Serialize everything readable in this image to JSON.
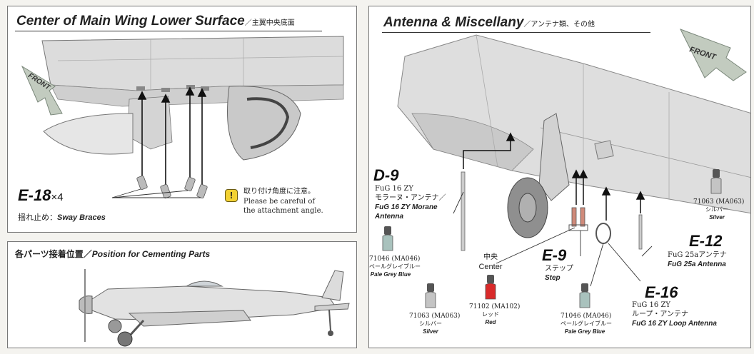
{
  "wing_panel": {
    "title_en": "Center of Main Wing Lower Surface",
    "title_jp": "／主翼中央底面",
    "front_label": "FRONT",
    "part_code": "E-18",
    "part_qty": "×4",
    "part_desc_jp": "揺れ止め：",
    "part_desc_en": "Sway Braces",
    "warning_icon": "!",
    "warning_jp": "取り付け角度に注意。",
    "warning_en_1": "Please be careful of",
    "warning_en_2": "the attachment angle."
  },
  "position_panel": {
    "title_jp": "各パーツ接着位置／",
    "title_en": "Position for Cementing Parts"
  },
  "antenna_panel": {
    "title_en": "Antenna & Miscellany",
    "title_jp": "／アンテナ類、その他",
    "front_label": "FRONT",
    "parts": {
      "d9": {
        "code": "D-9",
        "line1": "FuG 16 ZY",
        "line2": "モラーヌ・アンテナ／",
        "line3": "FuG 16 ZY Morane",
        "line4": "Antenna"
      },
      "e9": {
        "code": "E-9",
        "jp": "ステップ",
        "en": "Step"
      },
      "e12": {
        "code": "E-12",
        "jp": "FuG 25aアンテナ",
        "en": "FuG 25a Antenna"
      },
      "e16": {
        "code": "E-16",
        "line1": "FuG 16 ZY",
        "line2": "ループ・アンテナ",
        "line3": "FuG 16 ZY Loop Antenna"
      }
    },
    "center_jp": "中央",
    "center_en": "Center",
    "paints": {
      "pale_grey_blue_left": {
        "code": "71046 (MA046)",
        "jp": "ペールグレイブルー",
        "en": "Pale Grey Blue",
        "color": "#a9c2bd"
      },
      "silver_left": {
        "code": "71063 (MA063)",
        "jp": "シルバー",
        "en": "Silver",
        "color": "#c4c4c4"
      },
      "red": {
        "code": "71102 (MA102)",
        "jp": "レッド",
        "en": "Red",
        "color": "#d92a2a"
      },
      "pale_grey_blue_right": {
        "code": "71046 (MA046)",
        "jp": "ペールグレイブルー",
        "en": "Pale Grey Blue",
        "color": "#a9c2bd"
      },
      "silver_right": {
        "code": "71063 (MA063)",
        "jp": "シルバー",
        "en": "Silver",
        "color": "#c4c4c4"
      }
    }
  }
}
